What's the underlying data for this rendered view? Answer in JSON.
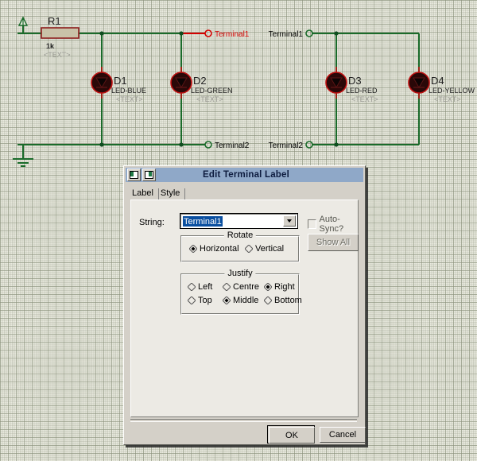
{
  "app": {
    "background_color": "#e9eadf",
    "grid_color": "#78806 9"
  },
  "schematic": {
    "components": [
      {
        "ref": "R1",
        "value": "1k",
        "text": "<TEXT>",
        "type": "resistor"
      },
      {
        "ref": "D1",
        "value": "LED-BLUE",
        "text": "<TEXT>",
        "type": "led"
      },
      {
        "ref": "D2",
        "value": "LED-GREEN",
        "text": "<TEXT>",
        "type": "led"
      },
      {
        "ref": "D3",
        "value": "LED-RED",
        "text": "<TEXT>",
        "type": "led"
      },
      {
        "ref": "D4",
        "value": "LED-YELLOW",
        "text": "<TEXT>",
        "type": "led"
      }
    ],
    "terminals": [
      {
        "label": "Terminal1",
        "color": "#d40000",
        "state": "selected"
      },
      {
        "label": "Terminal1",
        "color": "#000000",
        "state": "normal"
      },
      {
        "label": "Terminal2",
        "color": "#000000",
        "state": "normal"
      },
      {
        "label": "Terminal2",
        "color": "#000000",
        "state": "normal"
      }
    ],
    "wire_color": "#1a6b2a",
    "ground_symbol": "ground"
  },
  "dialog": {
    "title": "Edit Terminal Label",
    "system_icons": [
      "window-restore-icon",
      "window-maximize-icon"
    ],
    "tabs": [
      {
        "label": "Label",
        "active": true
      },
      {
        "label": "Style",
        "active": false
      }
    ],
    "fields": {
      "string_label": "String:",
      "string_value": "Terminal1",
      "string_selected": true,
      "autosync_label": "Auto-Sync?",
      "autosync_checked": false,
      "showall_label": "Show All",
      "showall_enabled": false
    },
    "rotate": {
      "legend": "Rotate",
      "options": [
        {
          "label": "Horizontal",
          "selected": true
        },
        {
          "label": "Vertical",
          "selected": false
        }
      ]
    },
    "justify": {
      "legend": "Justify",
      "options": [
        {
          "label": "Left",
          "selected": false
        },
        {
          "label": "Centre",
          "selected": false
        },
        {
          "label": "Right",
          "selected": true
        },
        {
          "label": "Top",
          "selected": false
        },
        {
          "label": "Middle",
          "selected": true
        },
        {
          "label": "Bottom",
          "selected": false
        }
      ]
    },
    "buttons": {
      "ok": "OK",
      "cancel": "Cancel"
    },
    "title_bar_color": "#8fa8c8",
    "face_color": "#d4d0c8"
  }
}
